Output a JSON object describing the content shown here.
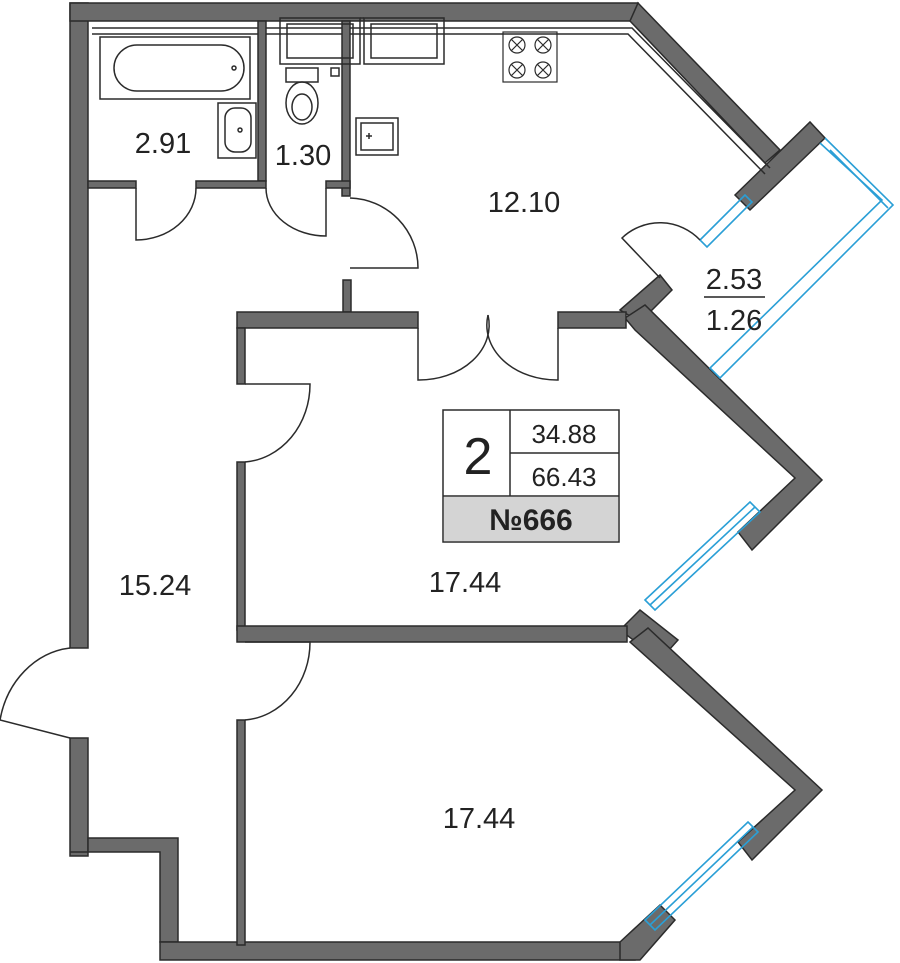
{
  "plan": {
    "rooms": {
      "bathroom": "2.91",
      "toilet": "1.30",
      "kitchen": "12.10",
      "balcony_total": "2.53",
      "balcony_reduced": "1.26",
      "hall": "15.24",
      "bedroom1": "17.44",
      "bedroom2": "17.44"
    },
    "info": {
      "rooms_count": "2",
      "living_area": "34.88",
      "total_area": "66.43",
      "apartment_number": "№666"
    },
    "colors": {
      "wall": "#6b6b6b",
      "wall_stroke": "#2b2b2b",
      "window": "#2a9fd6",
      "badge": "#d4d4d4"
    }
  }
}
